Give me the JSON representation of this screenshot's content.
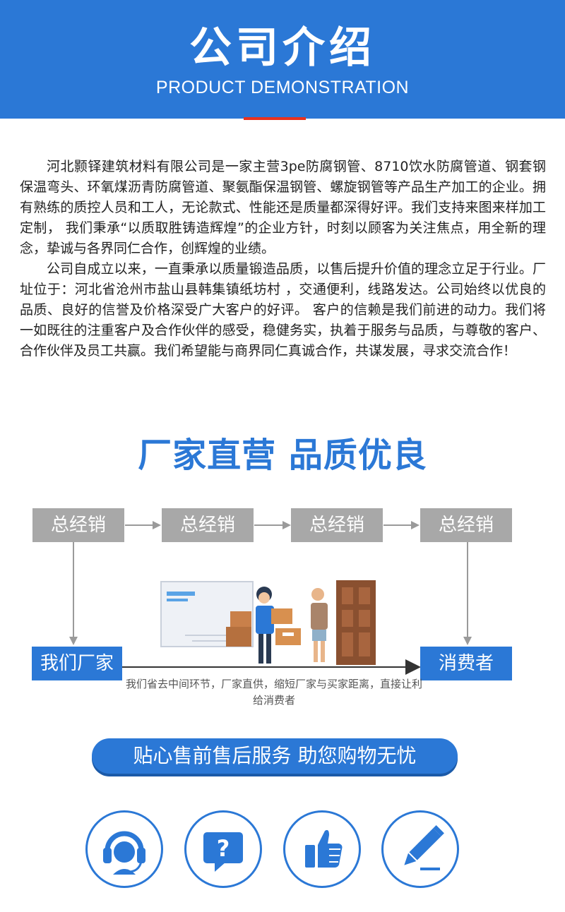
{
  "header": {
    "title": "公司介绍",
    "subtitle": "PRODUCT DEMONSTRATION"
  },
  "intro": {
    "paragraphs": [
      "河北颢铎建筑材料有限公司是一家主营3pe防腐钢管、8710饮水防腐管道、钢套钢保温弯头、环氧煤沥青防腐管道、聚氨酯保温钢管、螺旋钢管等产品生产加工的企业。拥有熟练的质控人员和工人，无论款式、性能还是质量都深得好评。我们支持来图来样加工定制，  我们秉承“以质取胜铸造辉煌”的企业方针，时刻以顾客为关注焦点，用全新的理念，挚诚与各界同仁合作，创辉煌的业绩。",
      "公司自成立以来，一直秉承以质量锻造品质，以售后提升价值的理念立足于行业。厂址位于：河北省沧州市盐山县韩集镇纸坊村 ，交通便利，线路发达。公司始终以优良的品质、良好的信誉及价格深受广大客户的好评。 客户的信赖是我们前进的动力。我们将一如既往的注重客户及合作伙伴的感受，稳健务实，执着于服务与品质，与尊敬的客户、合作伙伴及员工共赢。我们希望能与商界同仁真诚合作，共谋发展，寻求交流合作！"
    ]
  },
  "slogan": "厂家直营 品质优良",
  "flow": {
    "distributors": [
      "总经销",
      "总经销",
      "总经销",
      "总经销"
    ],
    "factory": "我们厂家",
    "consumer": "消费者",
    "note": "我们省去中间环节，厂家直供，缩短厂家与买家距离，直接让利给消费者"
  },
  "service_banner": "贴心售前售后服务 助您购物无忧",
  "icons": [
    "headset-icon",
    "question-icon",
    "thumbs-up-icon",
    "pencil-icon"
  ],
  "colors": {
    "brand_blue": "#2b78d6",
    "accent_red": "#e8321e",
    "box_gray": "#a8a8a8"
  }
}
